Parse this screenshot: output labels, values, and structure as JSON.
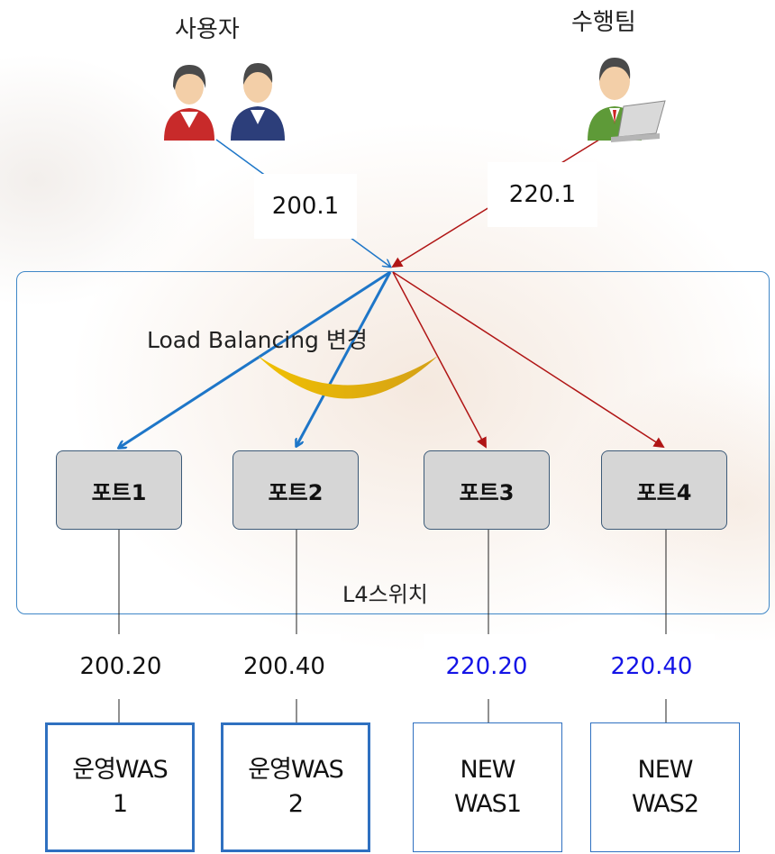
{
  "title_users": "사용자",
  "title_team": "수행팀",
  "users_ip": "200.1",
  "team_ip": "220.1",
  "load_balancing_label": "Load Balancing 변경",
  "switch_label": "L4스위치",
  "ports": [
    "포트1",
    "포트2",
    "포트3",
    "포트4"
  ],
  "was_ips": [
    "200.20",
    "200.40",
    "220.20",
    "220.40"
  ],
  "was_labels": [
    "운영WAS\n1",
    "운영WAS\n2",
    "NEW\nWAS1",
    "NEW\nWAS2"
  ],
  "colors": {
    "blue_line": "#1e76c8",
    "red_line": "#b01515",
    "switch_border": "#3f87c7",
    "ip_new": "#1414e6",
    "curve": "#e8b800"
  },
  "icons": [
    "user-female-icon",
    "user-male-icon",
    "laptop-user-icon"
  ]
}
